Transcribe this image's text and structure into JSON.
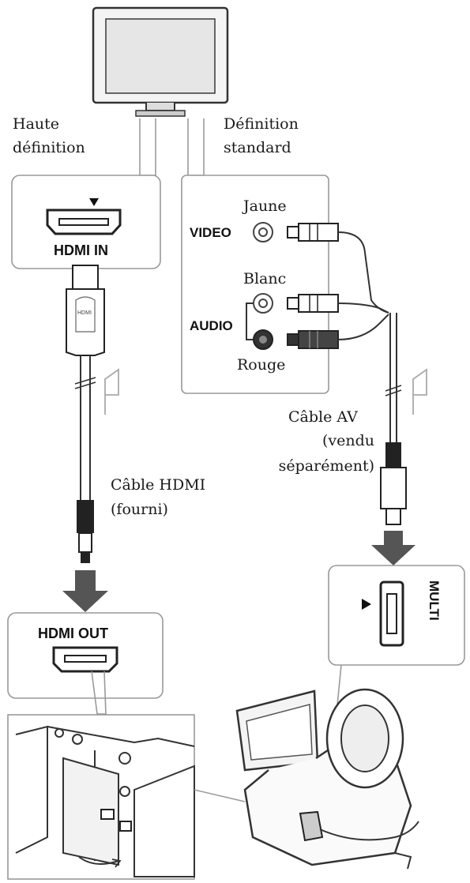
{
  "tv_labels": {
    "hd": [
      "Haute",
      "définition"
    ],
    "sd": [
      "Définition",
      "standard"
    ]
  },
  "ports": {
    "hdmi_in": "HDMI IN",
    "video": "VIDEO",
    "audio": "AUDIO",
    "hdmi_out": "HDMI OUT",
    "multi": "MULTI"
  },
  "colors_labels": {
    "yellow": "Jaune",
    "white": "Blanc",
    "red": "Rouge"
  },
  "cables": {
    "hdmi": [
      "Câble HDMI",
      "(fourni)"
    ],
    "av": [
      "Câble AV",
      "(vendu",
      "séparément)"
    ]
  }
}
